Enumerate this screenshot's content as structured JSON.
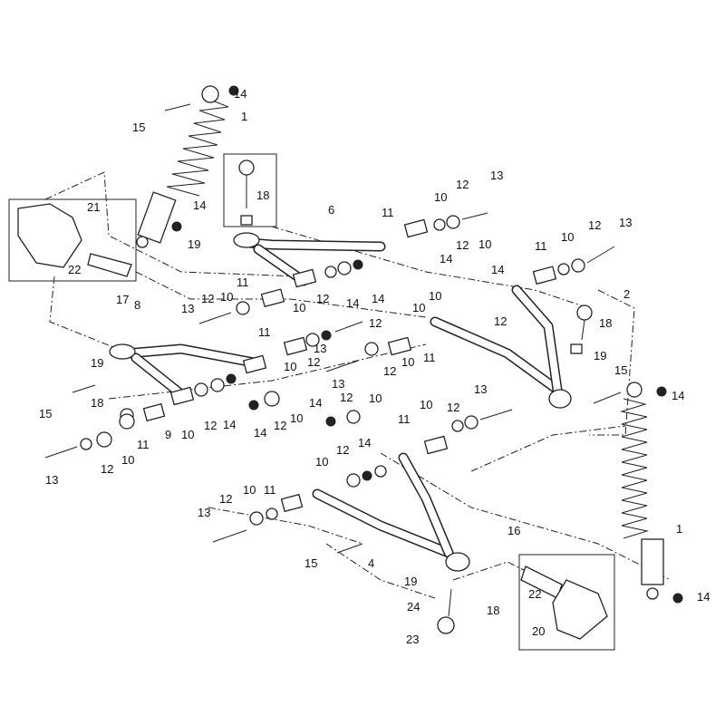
{
  "title": "Front suspension exploded parts diagram",
  "labels": [
    "14",
    "15",
    "1",
    "14",
    "18",
    "19",
    "6",
    "21",
    "22",
    "17",
    "13",
    "12",
    "10",
    "11",
    "13",
    "12",
    "10",
    "11",
    "14",
    "12",
    "10",
    "14",
    "10",
    "12",
    "2",
    "18",
    "19",
    "15",
    "14",
    "11",
    "10",
    "12",
    "13",
    "8",
    "10",
    "12",
    "14",
    "12",
    "14",
    "10",
    "11",
    "13",
    "10",
    "12",
    "13",
    "12",
    "10",
    "11",
    "19",
    "18",
    "15",
    "13",
    "12",
    "10",
    "11",
    "9",
    "10",
    "12",
    "14",
    "14",
    "12",
    "10",
    "14",
    "12",
    "10",
    "13",
    "12",
    "10",
    "11",
    "10",
    "12",
    "14",
    "12",
    "10",
    "11",
    "13",
    "15",
    "4",
    "19",
    "24",
    "18",
    "23",
    "16",
    "22",
    "20",
    "1",
    "14"
  ]
}
